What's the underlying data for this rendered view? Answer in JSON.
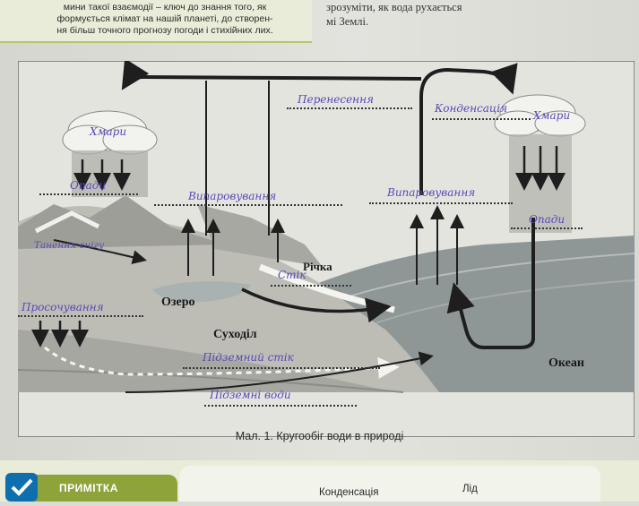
{
  "top_text": {
    "left_lines": [
      "мини такої взаємодії – ключ до знання того, як",
      "формується клімат на нашій планеті, до створен-",
      "ня більш точного прогнозу погоди і стихійних лих."
    ],
    "right_lines": [
      "зрозуміти, як вода рухається",
      "мі Землі."
    ]
  },
  "figure": {
    "printed_labels": {
      "lake": "Озеро",
      "river": "Річка",
      "land": "Суходіл",
      "ocean": "Океан"
    },
    "handwritten": {
      "transfer": "Перенесення",
      "condensation": "Конденсація",
      "clouds_left": "Хмари",
      "clouds_right": "Хмари",
      "precip_left": "Опади",
      "precip_right": "Опади",
      "evap_land": "Випаровування",
      "evap_ocean": "Випаровування",
      "snowmelt": "Танення снігу",
      "infiltration": "Просочування",
      "river_flow": "Стік",
      "underground_flow": "Підземний стік",
      "groundwater": "Підземні води"
    },
    "caption": "Мал. 1. Кругообіг води в природі"
  },
  "note": {
    "title": "ПРИМІТКА",
    "word1": "Конденсація",
    "word2": "Лід"
  },
  "colors": {
    "sky": "#e6e6e1",
    "mountain": "#a9a9a4",
    "land": "#c2c2bc",
    "ocean": "#8e9695",
    "handwriting": "#5a48b8",
    "note_accent": "#8ea43a",
    "note_icon": "#0f6fae"
  }
}
